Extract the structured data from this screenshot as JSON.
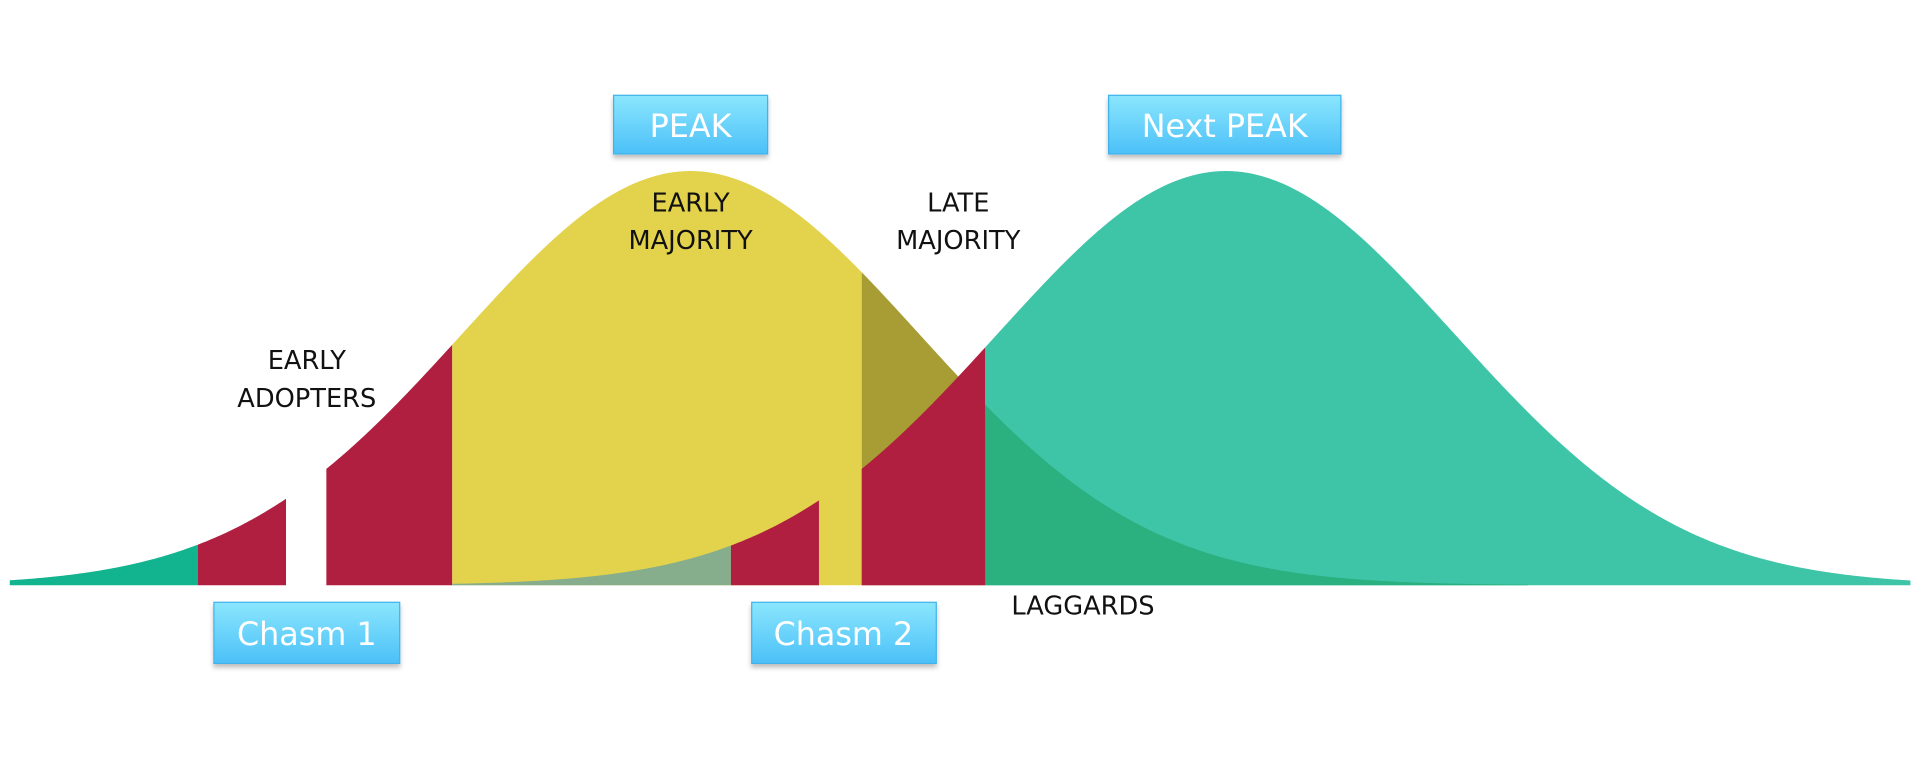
{
  "boxes": {
    "peak": "PEAK",
    "next_peak": "Next PEAK",
    "chasm1": "Chasm 1",
    "chasm2": "Chasm 2"
  },
  "labels": {
    "early_adopters_1": "EARLY",
    "early_adopters_2": "ADOPTERS",
    "early_majority_1": "EARLY",
    "early_majority_2": "MAJORITY",
    "late_majority_1": "LATE",
    "late_majority_2": "MAJORITY",
    "laggards": "LAGGARDS"
  },
  "colors": {
    "innovators": "#12b48f",
    "chasm_red": "#b01f40",
    "early_majority": "#e3d24b",
    "late_majority": "#a89d35",
    "overlap_gray_green": "#87ae8c",
    "laggards": "#2bb07f",
    "next_curve": "#3ec5a8",
    "box_top": "#8ae6fd",
    "box_bottom": "#4cc0f8"
  }
}
